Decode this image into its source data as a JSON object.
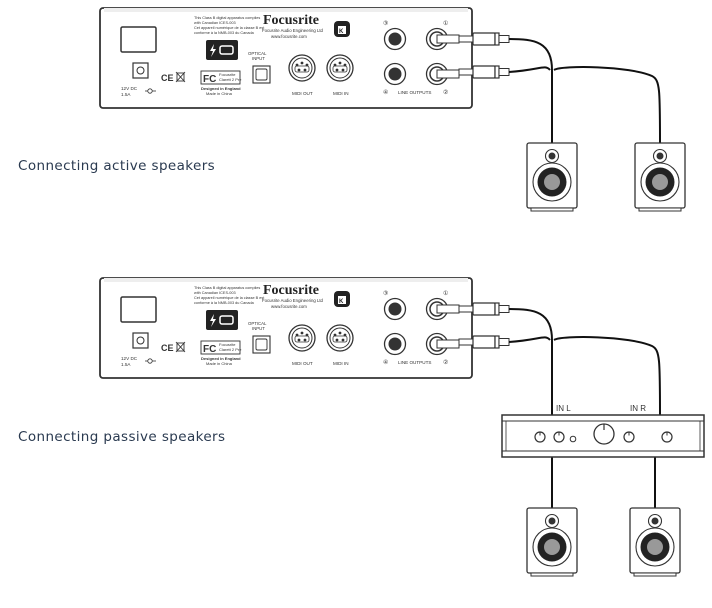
{
  "captions": {
    "active": "Connecting active speakers",
    "passive": "Connecting passive speakers"
  },
  "device": {
    "brand": "Focusrite",
    "company": "Focusrite Audio Engineering Ltd",
    "website": "www.focusrite.com",
    "compliance": [
      "This Class B digital apparatus complies",
      "with Canadian ICES-003",
      "Cet appareil numérique de la classe B est",
      "conforme à la NMB-003 du Canada"
    ],
    "power_label": "12V DC",
    "power_rating": "1.5A",
    "ce_mark": "CE",
    "fc_mark": "FC",
    "fc_model": [
      "Focusrite",
      "Clarett 2 Pre"
    ],
    "designed_in": "Designed in England",
    "made_in": "Made in China",
    "optical_label": [
      "OPTICAL",
      "INPUT"
    ],
    "midi_out": "MIDI OUT",
    "midi_in": "MIDI IN",
    "line_outputs": "LINE OUTPUTS",
    "ports": [
      "③",
      "④",
      "①",
      "②"
    ]
  },
  "amplifier": {
    "in_left": "IN L",
    "in_right": "IN R"
  }
}
